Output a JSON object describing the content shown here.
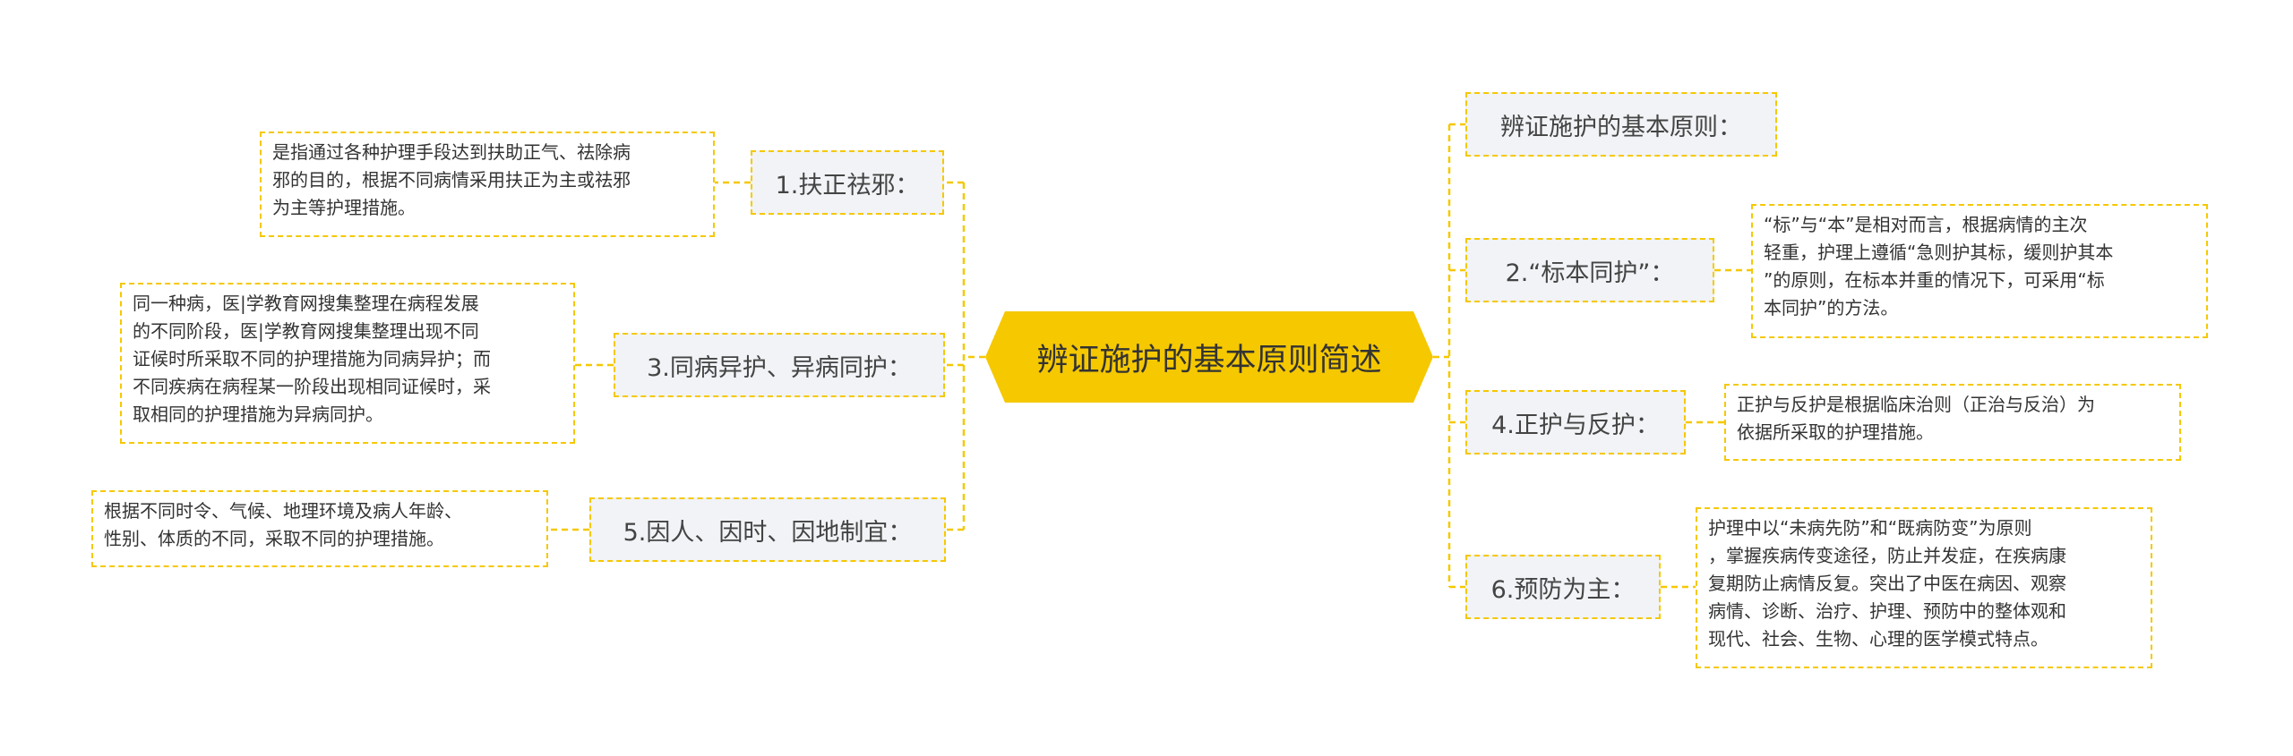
{
  "colors": {
    "accent": "#f5c800",
    "branch_bg": "#f1f3f6",
    "text": "#333333"
  },
  "root": {
    "title": "辨证施护的基本原则简述"
  },
  "left": [
    {
      "label": "1.扶正祛邪：",
      "detail": [
        "是指通过各种护理手段达到扶助正气、祛除病",
        "邪的目的，根据不同病情采用扶正为主或祛邪",
        "为主等护理措施。"
      ]
    },
    {
      "label": "3.同病异护、异病同护：",
      "detail": [
        "同一种病，医|学教育网搜集整理在病程发展",
        "的不同阶段，医|学教育网搜集整理出现不同",
        "证候时所采取不同的护理措施为同病异护；而",
        "不同疾病在病程某一阶段出现相同证候时，采",
        "取相同的护理措施为异病同护。"
      ]
    },
    {
      "label": "5.因人、因时、因地制宜：",
      "detail": [
        "根据不同时令、气候、地理环境及病人年龄、",
        "性别、体质的不同，采取不同的护理措施。"
      ]
    }
  ],
  "right": [
    {
      "label": "辨证施护的基本原则：",
      "detail": []
    },
    {
      "label": "2.“标本同护”：",
      "detail": [
        "“标”与“本”是相对而言，根据病情的主次",
        "轻重，护理上遵循“急则护其标，缓则护其本",
        "”的原则，在标本并重的情况下，可采用“标",
        "本同护”的方法。"
      ]
    },
    {
      "label": "4.正护与反护：",
      "detail": [
        "正护与反护是根据临床治则（正治与反治）为",
        "依据所采取的护理措施。"
      ]
    },
    {
      "label": "6.预防为主：",
      "detail": [
        "护理中以“未病先防”和“既病防变”为原则",
        "，掌握疾病传变途径，防止并发症，在疾病康",
        "复期防止病情反复。突出了中医在病因、观察",
        "病情、诊断、治疗、护理、预防中的整体观和",
        "现代、社会、生物、心理的医学模式特点。"
      ]
    }
  ]
}
